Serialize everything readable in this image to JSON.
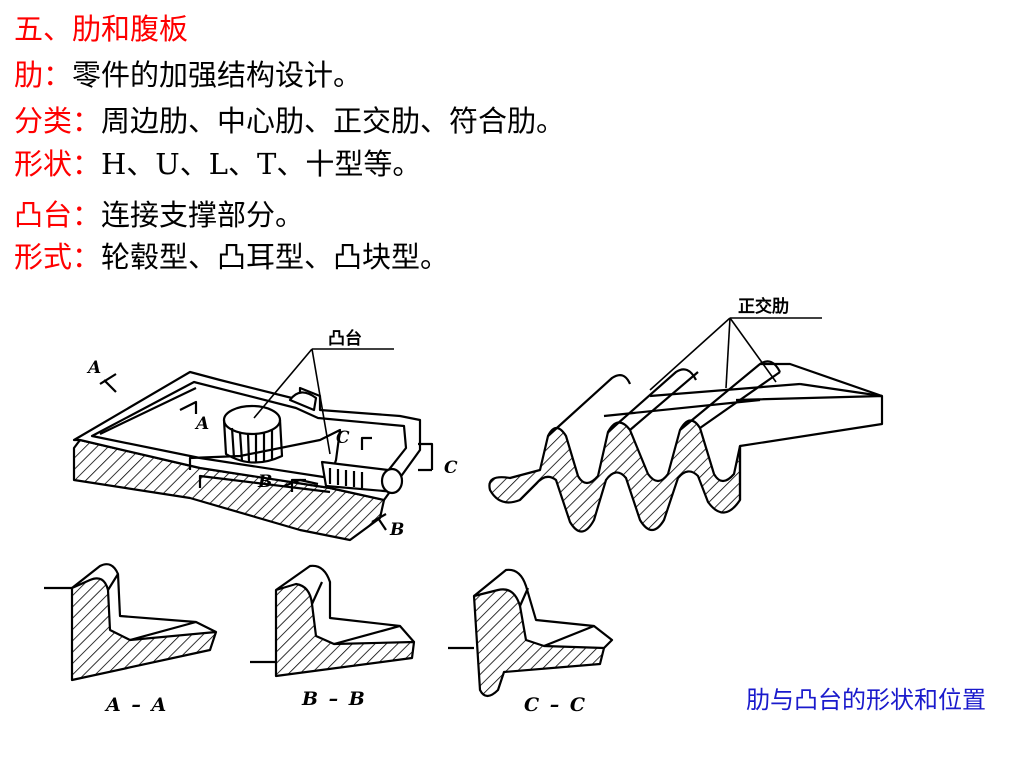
{
  "heading": "五、肋和腹板",
  "rows": [
    {
      "label": "肋：",
      "text": "零件的加强结构设计。"
    },
    {
      "label": "分类：",
      "text": "周边肋、中心肋、正交肋、符合肋。"
    },
    {
      "label": "形状：",
      "text": "H、U、L、T、十型等。"
    },
    {
      "label": "凸台：",
      "text": "连接支撑部分。"
    },
    {
      "label": "形式：",
      "text": "轮毂型、凸耳型、凸块型。"
    }
  ],
  "figure": {
    "boss_label": "凸台",
    "rib_label": "正交肋",
    "section_labels": [
      "A – A",
      "B – B",
      "C – C"
    ],
    "cut_letters": {
      "a1": "A",
      "a2": "A",
      "b1": "B",
      "b2": "B",
      "c1": "C",
      "c2": "C"
    }
  },
  "caption": "肋与凸台的形状和位置",
  "colors": {
    "label": "#ff0000",
    "text": "#000000",
    "caption": "#1a1acc"
  }
}
